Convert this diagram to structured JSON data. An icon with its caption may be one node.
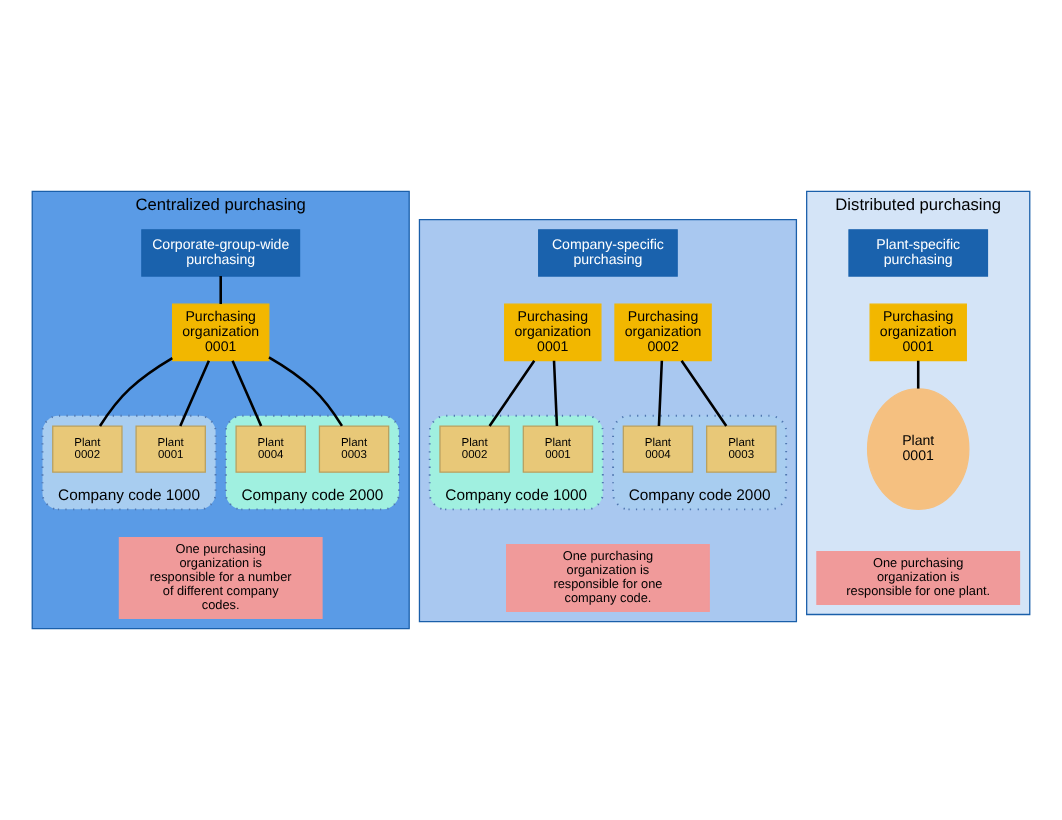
{
  "diagram": {
    "nodes": [
      {
        "text": [
          "Centralized purchasing"
        ]
      },
      {
        "text": [
          "Corporate-group-wide purchasing"
        ],
        "in": 0
      },
      {
        "text": [
          "Purchasing organization 0001"
        ],
        "in": 0
      },
      {
        "text": [
          "Company code 1000"
        ],
        "in": 0
      },
      {
        "text": [
          "Plant 0001"
        ],
        "in": 3
      },
      {
        "text": [
          "Plant 0002"
        ],
        "in": 3
      },
      {
        "text": [
          "Company code 2000"
        ],
        "in": 0
      },
      {
        "text": [
          "Plant 0003"
        ],
        "in": 6
      },
      {
        "text": [
          "Plant 0004"
        ],
        "in": 6
      },
      {
        "text": [
          "One purchasing organization is responsible for a number of different company codes."
        ],
        "in": 0
      },
      {
        "text": [],
        "shape": "box"
      },
      {
        "text": [
          "Company-specific purchasing"
        ],
        "in": 10
      },
      {
        "text": [
          "Purchasing organization 0001"
        ],
        "in": 10
      },
      {
        "text": [
          "Purchasing organization 0002"
        ],
        "in": 10
      },
      {
        "text": [
          "Company code 1000"
        ],
        "in": 10
      },
      {
        "text": [
          "Plant 0001"
        ],
        "in": 14
      },
      {
        "text": [
          "Plant 0002"
        ],
        "in": 14
      },
      {
        "text": [
          "Company code 2000"
        ],
        "in": 10
      },
      {
        "text": [
          "Plant 0003"
        ],
        "in": 17
      },
      {
        "text": [
          "Plant 0004"
        ],
        "in": 17
      },
      {
        "text": [
          "One purchasing organization is responsible for one company code."
        ],
        "in": 10
      },
      {
        "text": [
          "Distributed purchasing"
        ]
      },
      {
        "text": [
          "Plant-specific purchasing"
        ],
        "in": 21
      },
      {
        "text": [
          "Purchasing organization 0001"
        ],
        "in": 21
      },
      {
        "text": [
          "Plant 0001"
        ],
        "in": 21
      },
      {
        "text": [
          "One purchasing organization is responsible for one plant."
        ],
        "in": 21
      }
    ],
    "edges": [
      {
        "from": 1,
        "to": 2,
        "arrow": "none"
      },
      {
        "from": 2,
        "to": 4,
        "arrow": "none"
      },
      {
        "from": 2,
        "to": 5,
        "arrow": "none"
      },
      {
        "from": 2,
        "to": 7,
        "arrow": "none"
      },
      {
        "from": 2,
        "to": 8,
        "arrow": "none"
      },
      {
        "from": 12,
        "to": 15,
        "arrow": "none"
      },
      {
        "from": 12,
        "to": 16,
        "arrow": "none"
      },
      {
        "from": 13,
        "to": 18,
        "arrow": "none"
      },
      {
        "from": 13,
        "to": 19,
        "arrow": "none"
      },
      {
        "from": 23,
        "to": 24,
        "arrow": "none"
      }
    ]
  }
}
